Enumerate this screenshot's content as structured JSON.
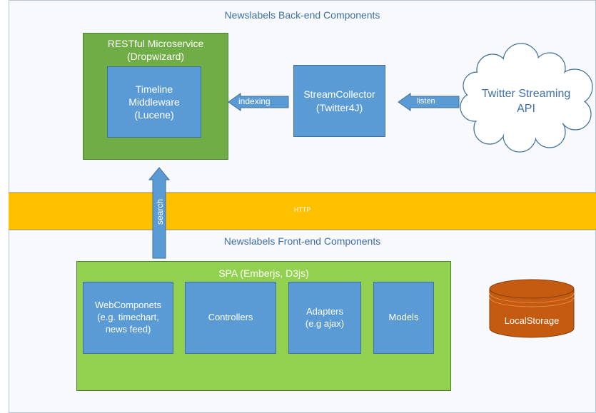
{
  "backend": {
    "title": "Newslabels Back-end Components",
    "restful": "RESTful Microservice\n(Dropwizard)",
    "timeline": "Timeline\nMiddleware\n(Lucene)",
    "stream_collector": "StreamCollector\n(Twitter4J)",
    "twitter_api": "Twitter Streaming\nAPI",
    "indexing_label": "indexing",
    "listen_label": "listen"
  },
  "http": {
    "label": "HTTP"
  },
  "search_label": "search",
  "frontend": {
    "title": "Newslabels Front-end Components",
    "spa": "SPA (Emberjs, D3js)",
    "modules": [
      "WebComponets\n(e.g. timechart,\nnews feed)",
      "Controllers",
      "Adapters\n(e.g ajax)",
      "Models"
    ],
    "storage": "LocalStorage"
  },
  "colors": {
    "backend_green": "#70ad47",
    "frontend_green": "#92d050",
    "blue": "#5b9bd5",
    "http_band": "#ffc000",
    "storage": "#c55a11"
  }
}
